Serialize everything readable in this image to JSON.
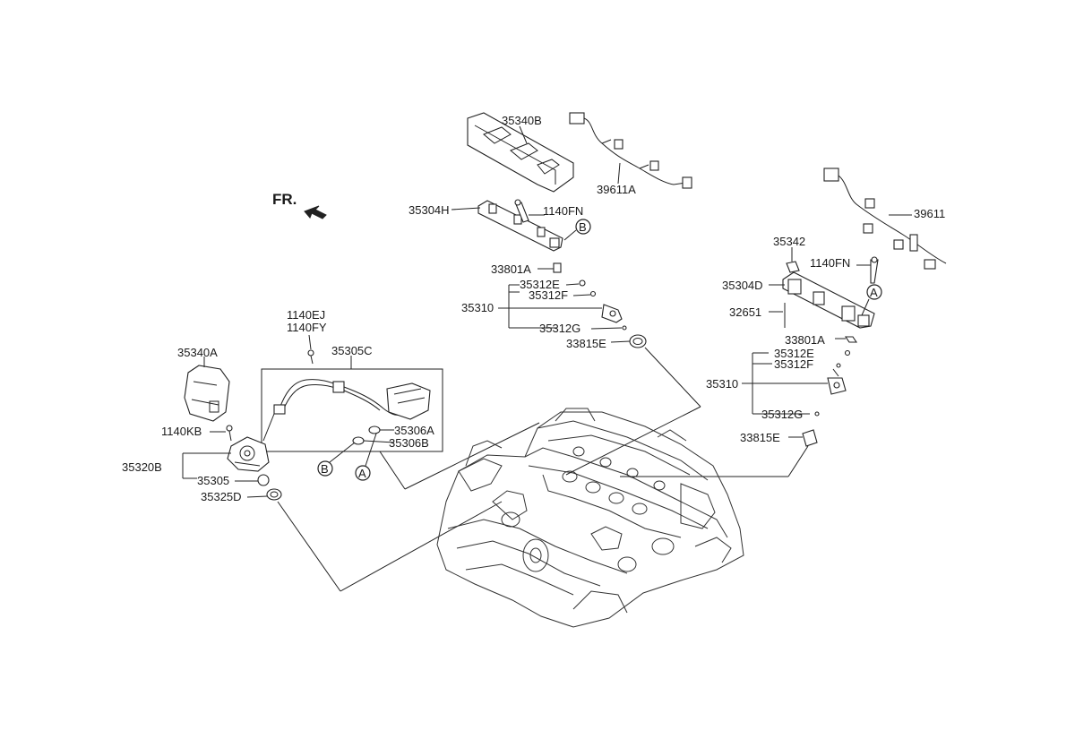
{
  "orientation": {
    "label": "FR."
  },
  "callout_letters": {
    "a": "A",
    "b": "B"
  },
  "labels": {
    "l35340B": "35340B",
    "l39611A": "39611A",
    "l35304H": "35304H",
    "l1140FN_1": "1140FN",
    "l33801A_1": "33801A",
    "l35312E_1": "35312E",
    "l35312F_1": "35312F",
    "l35310_1": "35310",
    "l35312G_1": "35312G",
    "l33815E_1": "33815E",
    "l39611": "39611",
    "l35342": "35342",
    "l1140FN_2": "1140FN",
    "l35304D": "35304D",
    "l32651": "32651",
    "l33801A_2": "33801A",
    "l35312E_2": "35312E",
    "l35312F_2": "35312F",
    "l35310_2": "35310",
    "l35312G_2": "35312G",
    "l33815E_2": "33815E",
    "l1140EJ": "1140EJ",
    "l1140FY": "1140FY",
    "l35305C": "35305C",
    "l35340A": "35340A",
    "l1140KB": "1140KB",
    "l35306A": "35306A",
    "l35306B": "35306B",
    "l35320B": "35320B",
    "l35305": "35305",
    "l35325D": "35325D"
  }
}
